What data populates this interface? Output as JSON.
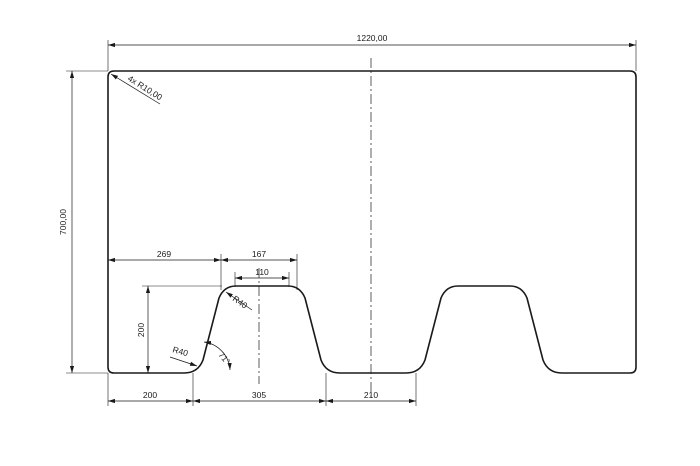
{
  "labels": {
    "overall_width": "1220,00",
    "overall_height": "700,00",
    "corner_radius": "4x R10,00",
    "first_offset": "269",
    "top_outer": "167",
    "top_inner": "110",
    "top_radius": "R40",
    "bottom_radius": "R40",
    "cutout_depth": "200",
    "flank_angle": "71°",
    "left_margin": "200",
    "pitch": "305",
    "bottom_gap": "210"
  }
}
